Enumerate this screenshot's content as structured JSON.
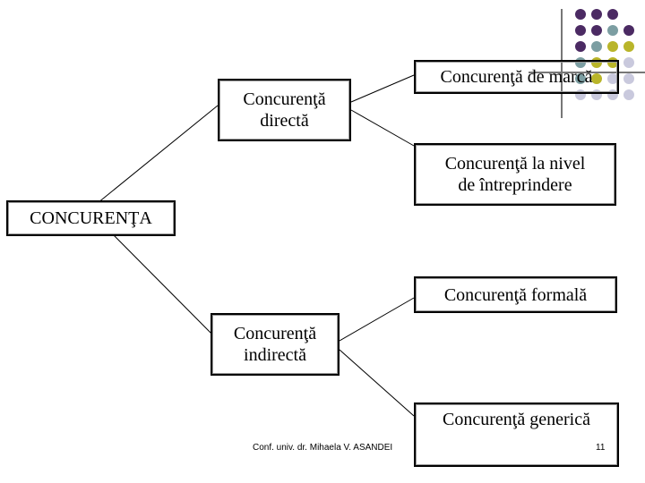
{
  "diagram": {
    "root": "CONCURENŢA",
    "direct": "Concurenţă\ndirectă",
    "indirect": "Concurenţă\nindirectă",
    "marca": "Concurenţă de marcă",
    "intreprindere": "Concurenţă la nivel\nde întreprindere",
    "formala": "Concurenţă formală",
    "generica": "Concurenţă generică"
  },
  "footer": {
    "author": "Conf. univ. dr. Mihaela V. ASANDEI",
    "page_number": "11"
  },
  "decor": {
    "colors": {
      "purple": "#4b2a63",
      "teal": "#7c9ea2",
      "olive": "#b9b52a",
      "lavender": "#c9c9dd"
    }
  }
}
